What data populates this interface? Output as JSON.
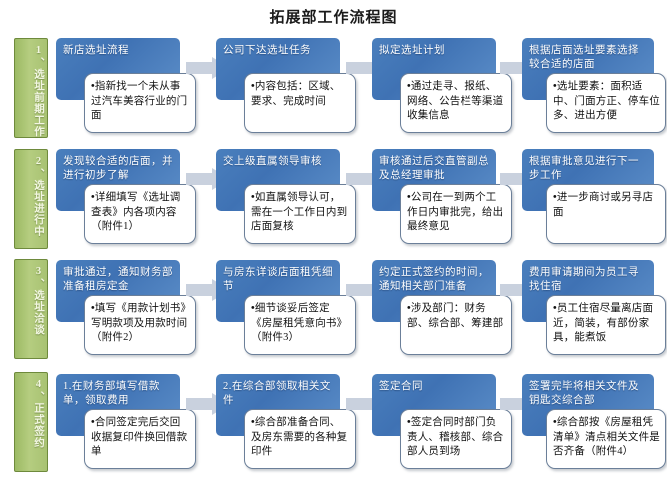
{
  "title": "拓展部工作流程图",
  "colors": {
    "stage_green": "#a8c272",
    "header_blue": "#4a7fbd",
    "note_border": "#6b7f99",
    "arrow_gray": "#c7cfdd",
    "page_bg": "#ffffff"
  },
  "stages": [
    {
      "label": "1、选址前期工作"
    },
    {
      "label": "2、选址进行中"
    },
    {
      "label": "3、选址洽谈"
    },
    {
      "label": "4、正式签约"
    }
  ],
  "rows": [
    {
      "stage": "1、选址前期工作",
      "cells": [
        {
          "header": "新店选址流程",
          "note": "指新找一个未从事过汽车美容行业的门面"
        },
        {
          "header": "公司下达选址任务",
          "note": "内容包括：区域、要求、完成时间"
        },
        {
          "header": "拟定选址计划",
          "note": "通过走寻、报纸、网络、公告栏等渠道收集信息"
        },
        {
          "header": "根据店面选址要素选择较合适的店面",
          "note": "选址要素：面积适中、门面方正、停车位多、进出方便"
        }
      ]
    },
    {
      "stage": "2、选址进行中",
      "cells": [
        {
          "header": "发现较合适的店面，并进行初步了解",
          "note": "详细填写《选址调查表》内各项内容（附件1）"
        },
        {
          "header": "交上级直属领导审核",
          "note": "如直属领导认可，需在一个工作日内到店面复核"
        },
        {
          "header": "审核通过后交直管副总及总经理审批",
          "note": "公司在一到两个工作日内审批完，给出最终意见"
        },
        {
          "header": "根据审批意见进行下一步工作",
          "note": "进一步商讨或另寻店面"
        }
      ]
    },
    {
      "stage": "3、选址洽谈",
      "cells": [
        {
          "header": "审批通过，通知财务部准备租房定金",
          "note": "填写《用款计划书》写明款项及用款时间（附件2）"
        },
        {
          "header": "与房东详谈店面租凭细节",
          "note": "细节谈妥后签定《房屋租凭意向书》（附件3）"
        },
        {
          "header": "约定正式签约的时间，通知相关部门准备",
          "note": "涉及部门：财务部、综合部、筹建部"
        },
        {
          "header": "费用审请期间为员工寻找住宿",
          "note": "员工住宿尽量离店面近，简装，有部份家具，能煮饭"
        }
      ]
    },
    {
      "stage": "4、正式签约",
      "cells": [
        {
          "header": "1.在财务部填写借款单，领取费用",
          "note": "合同签定完后交回收据复印件换回借款单"
        },
        {
          "header": "2.在综合部领取相关文件",
          "note": "综合部准备合同、及房东需要的各种复印件"
        },
        {
          "header": "签定合同",
          "note": "签定合同时部门负责人、稽核部、综合部人员到场"
        },
        {
          "header": "签署完毕将相关文件及钥匙交综合部",
          "note": "综合部按《房屋租凭清单》清点相关文件是否齐备（附件4）"
        }
      ]
    }
  ]
}
